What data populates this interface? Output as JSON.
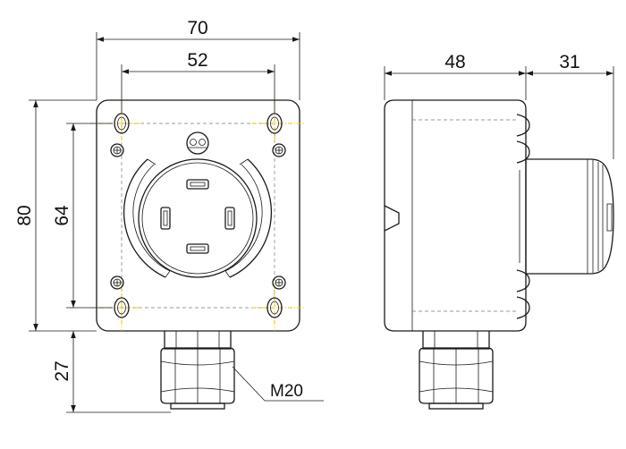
{
  "dimensions": {
    "front_width": "70",
    "mounting_width": "52",
    "front_height": "80",
    "mounting_height": "64",
    "gland_length": "27",
    "side_depth": "48",
    "side_protrusion": "31"
  },
  "labels": {
    "gland_thread": "M20"
  },
  "colors": {
    "line": "#1a1a1a",
    "centerline": "#e8c400",
    "hidden": "#7a7a7a",
    "background": "#ffffff"
  },
  "icons": {
    "earth_symbol": "earth-ground-icon"
  }
}
